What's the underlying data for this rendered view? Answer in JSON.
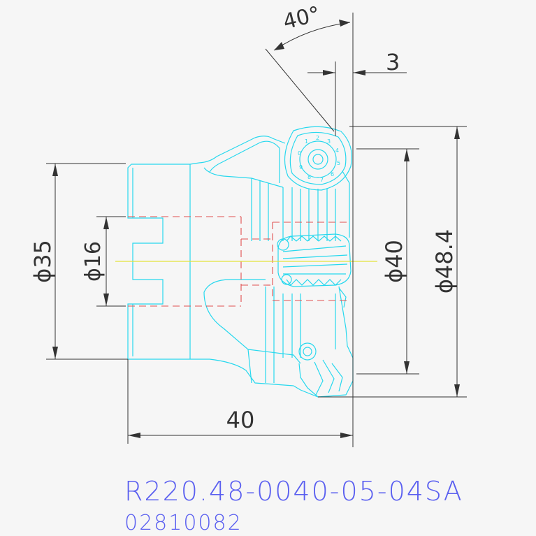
{
  "drawing": {
    "dimensions": {
      "angle": "40°",
      "offset": "3",
      "dia_body": "ϕ35",
      "dia_bore": "ϕ16",
      "dia_inner": "ϕ40",
      "dia_outer": "ϕ48.4",
      "length": "40"
    },
    "caption": {
      "part_number": "R220.48-0040-05-04SA",
      "code": "02810082"
    },
    "colors": {
      "outline": "#27d8ee",
      "hidden": "#e05050",
      "centerline": "#e2e23a",
      "dimension": "#333333",
      "caption": "#5a5ff0"
    }
  }
}
